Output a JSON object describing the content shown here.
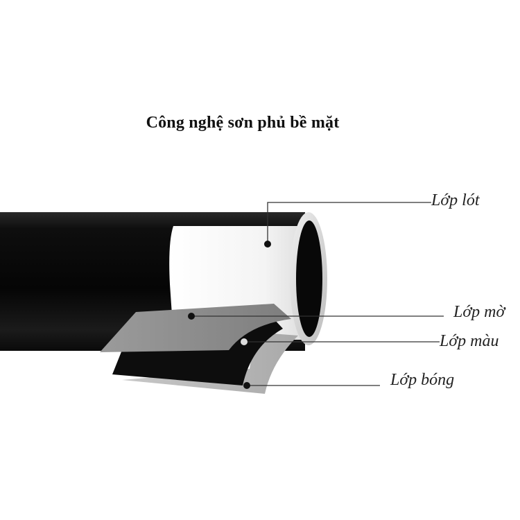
{
  "title": "Công nghệ sơn phủ bề mặt",
  "layers": [
    {
      "label": "Lớp lót"
    },
    {
      "label": "Lớp mờ"
    },
    {
      "label": "Lớp màu"
    },
    {
      "label": "Lớp bóng"
    }
  ],
  "colors": {
    "tube_body": "#0c0c0c",
    "primer_band": "#f2f2f2",
    "matte_layer": "#8f8f8f",
    "color_layer": "#111111",
    "gloss_layer": "#b8b8b8",
    "leader_line": "#333333"
  }
}
